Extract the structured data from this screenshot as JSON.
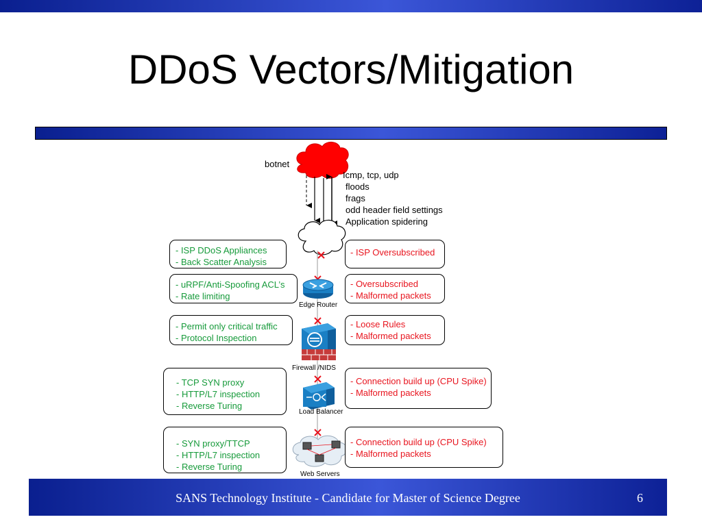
{
  "slide": {
    "title": "DDoS Vectors/Mitigation",
    "footer": "SANS Technology Institute - Candidate for Master of Science Degree",
    "page_number": "6"
  },
  "diagram": {
    "botnet_label": "botnet",
    "attack_vectors": [
      "Icmp, tcp, udp",
      "floods",
      "frags",
      "odd header field settings",
      "Application spidering"
    ],
    "tiers": [
      {
        "device": "",
        "mitigation": [
          "- ISP DDoS Appliances",
          "- Back Scatter Analysis"
        ],
        "threats": [
          "- ISP Oversubscribed"
        ]
      },
      {
        "device": "Edge Router",
        "mitigation": [
          "- uRPF/Anti-Spoofing ACL’s",
          "- Rate limiting"
        ],
        "threats": [
          "- Oversubscribed",
          "- Malformed packets"
        ]
      },
      {
        "device": "Firewall /NIDS",
        "mitigation": [
          "- Permit only critical traffic",
          "- Protocol Inspection"
        ],
        "threats": [
          "- Loose Rules",
          "- Malformed packets"
        ]
      },
      {
        "device": "Load Balancer",
        "mitigation": [
          "- TCP SYN proxy",
          "- HTTP/L7 inspection",
          "- Reverse Turing"
        ],
        "threats": [
          "- Connection build up (CPU Spike)",
          "- Malformed packets"
        ]
      },
      {
        "device": "Web Servers",
        "mitigation": [
          "- SYN proxy/TTCP",
          "- HTTP/L7 inspection",
          "- Reverse Turing"
        ],
        "threats": [
          "- Connection build up (CPU Spike)",
          "- Malformed packets"
        ]
      }
    ]
  },
  "colors": {
    "mitigation": "#169a3a",
    "threat": "#e8141e",
    "botnet": "#ff0000",
    "device_blue": "#1a7fc4"
  }
}
